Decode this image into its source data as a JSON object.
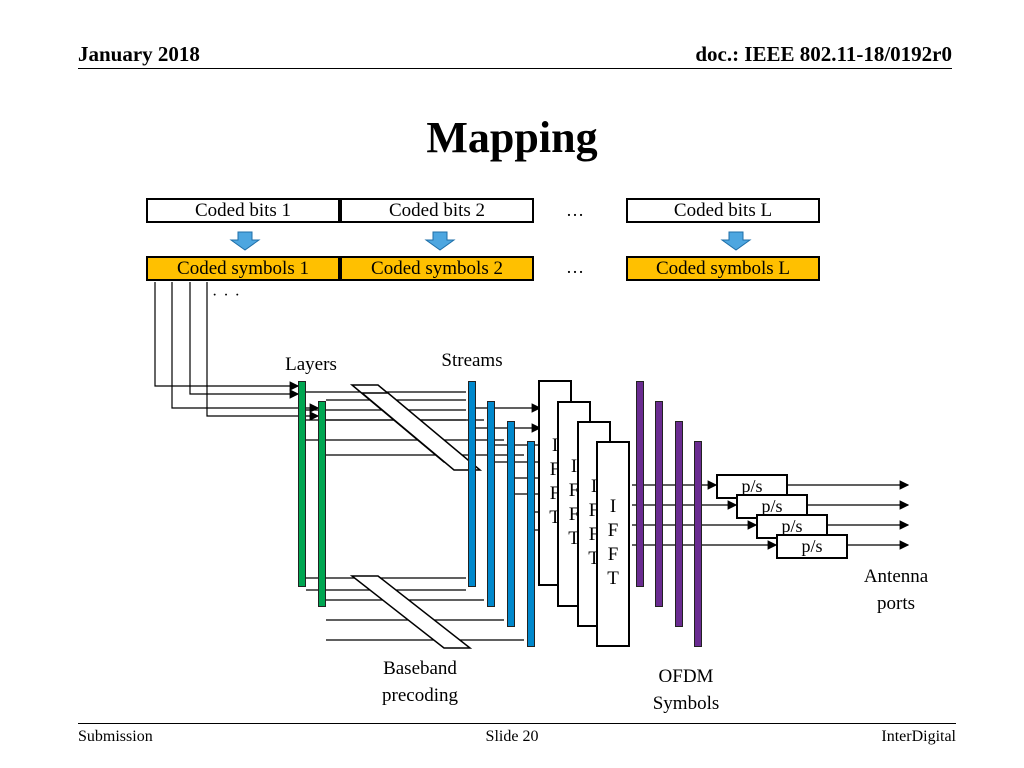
{
  "header": {
    "date": "January 2018",
    "doc": "doc.: IEEE 802.11-18/0192r0"
  },
  "title": "Mapping",
  "coded_bits": [
    "Coded bits 1",
    "Coded bits 2",
    "Coded bits L"
  ],
  "coded_symbols": [
    "Coded symbols 1",
    "Coded symbols 2",
    "Coded symbols L"
  ],
  "ellipsis": "…",
  "ellipsis_small": "· · ·",
  "labels": {
    "layers": "Layers",
    "streams": "Streams",
    "baseband_precoding": "Baseband\nprecoding",
    "ofdm_symbols": "OFDM\nSymbols",
    "antenna_ports": "Antenna\nports"
  },
  "ifft_label": [
    "I",
    "F",
    "F",
    "T"
  ],
  "ps_label": "p/s",
  "colors": {
    "arrow_blue": "#4da6e0",
    "symbol_fill": "#ffc000",
    "layer_green": "#00a651",
    "stream_blue": "#0088cc",
    "ofdm_purple": "#6a2c91"
  },
  "footer": {
    "left": "Submission",
    "center": "Slide 20",
    "right": "InterDigital"
  }
}
